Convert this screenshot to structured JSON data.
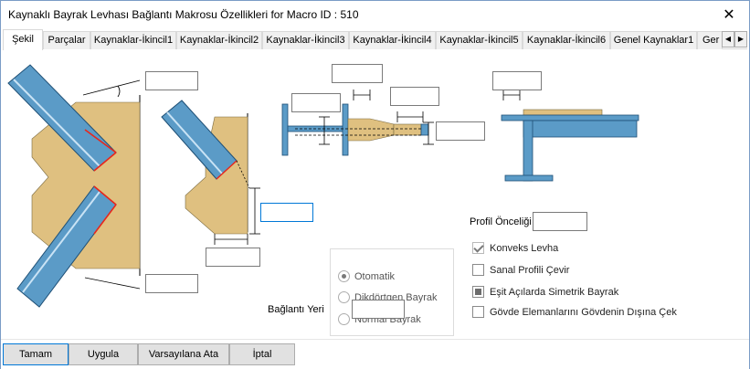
{
  "window": {
    "title": "Kaynaklı Bayrak Levhası Bağlantı Makrosu Özellikleri for Macro ID : 510",
    "close_glyph": "✕"
  },
  "tabs": [
    {
      "label": "Şekil",
      "active": true
    },
    {
      "label": "Parçalar"
    },
    {
      "label": "Kaynaklar-İkincil1"
    },
    {
      "label": "Kaynaklar-İkincil2"
    },
    {
      "label": "Kaynaklar-İkincil3"
    },
    {
      "label": "Kaynaklar-İkincil4"
    },
    {
      "label": "Kaynaklar-İkincil5"
    },
    {
      "label": "Kaynaklar-İkincil6"
    },
    {
      "label": "Genel Kaynaklar1"
    },
    {
      "label": "Ger"
    }
  ],
  "tab_scroll": {
    "left": "◀",
    "right": "▶"
  },
  "inputs": {
    "top_left_angle": "",
    "bottom_left_angle": "",
    "mid_angle": "",
    "mid_height": "",
    "mid_width": "",
    "beam_height": "",
    "beam_gap": "",
    "beam_width": "",
    "beam_length": "",
    "right_offset": "",
    "profile_priority": "",
    "connection_location": ""
  },
  "radio_options": [
    {
      "label": "Otomatik",
      "checked": true
    },
    {
      "label": "Dikdörtgen Bayrak",
      "checked": false
    },
    {
      "label": "Normal Bayrak",
      "checked": false
    }
  ],
  "labels": {
    "profile_priority": "Profil Önceliği",
    "connection_location": "Bağlantı Yeri"
  },
  "checkboxes": [
    {
      "label": "Konveks Levha",
      "state": "checked"
    },
    {
      "label": "Sanal Profili Çevir",
      "state": "unchecked"
    },
    {
      "label": "Eşit Açılarda Simetrik Bayrak",
      "state": "indeterminate"
    },
    {
      "label": "Gövde Elemanlarını Gövdenin Dışına Çek",
      "state": "unchecked"
    }
  ],
  "footer": {
    "ok": "Tamam",
    "apply": "Uygula",
    "defaults": "Varsayılana Ata",
    "cancel": "İptal"
  },
  "colors": {
    "plate": "#dfc080",
    "member": "#5b9bc7",
    "weld": "#e8261b",
    "accent": "#0078d7"
  }
}
